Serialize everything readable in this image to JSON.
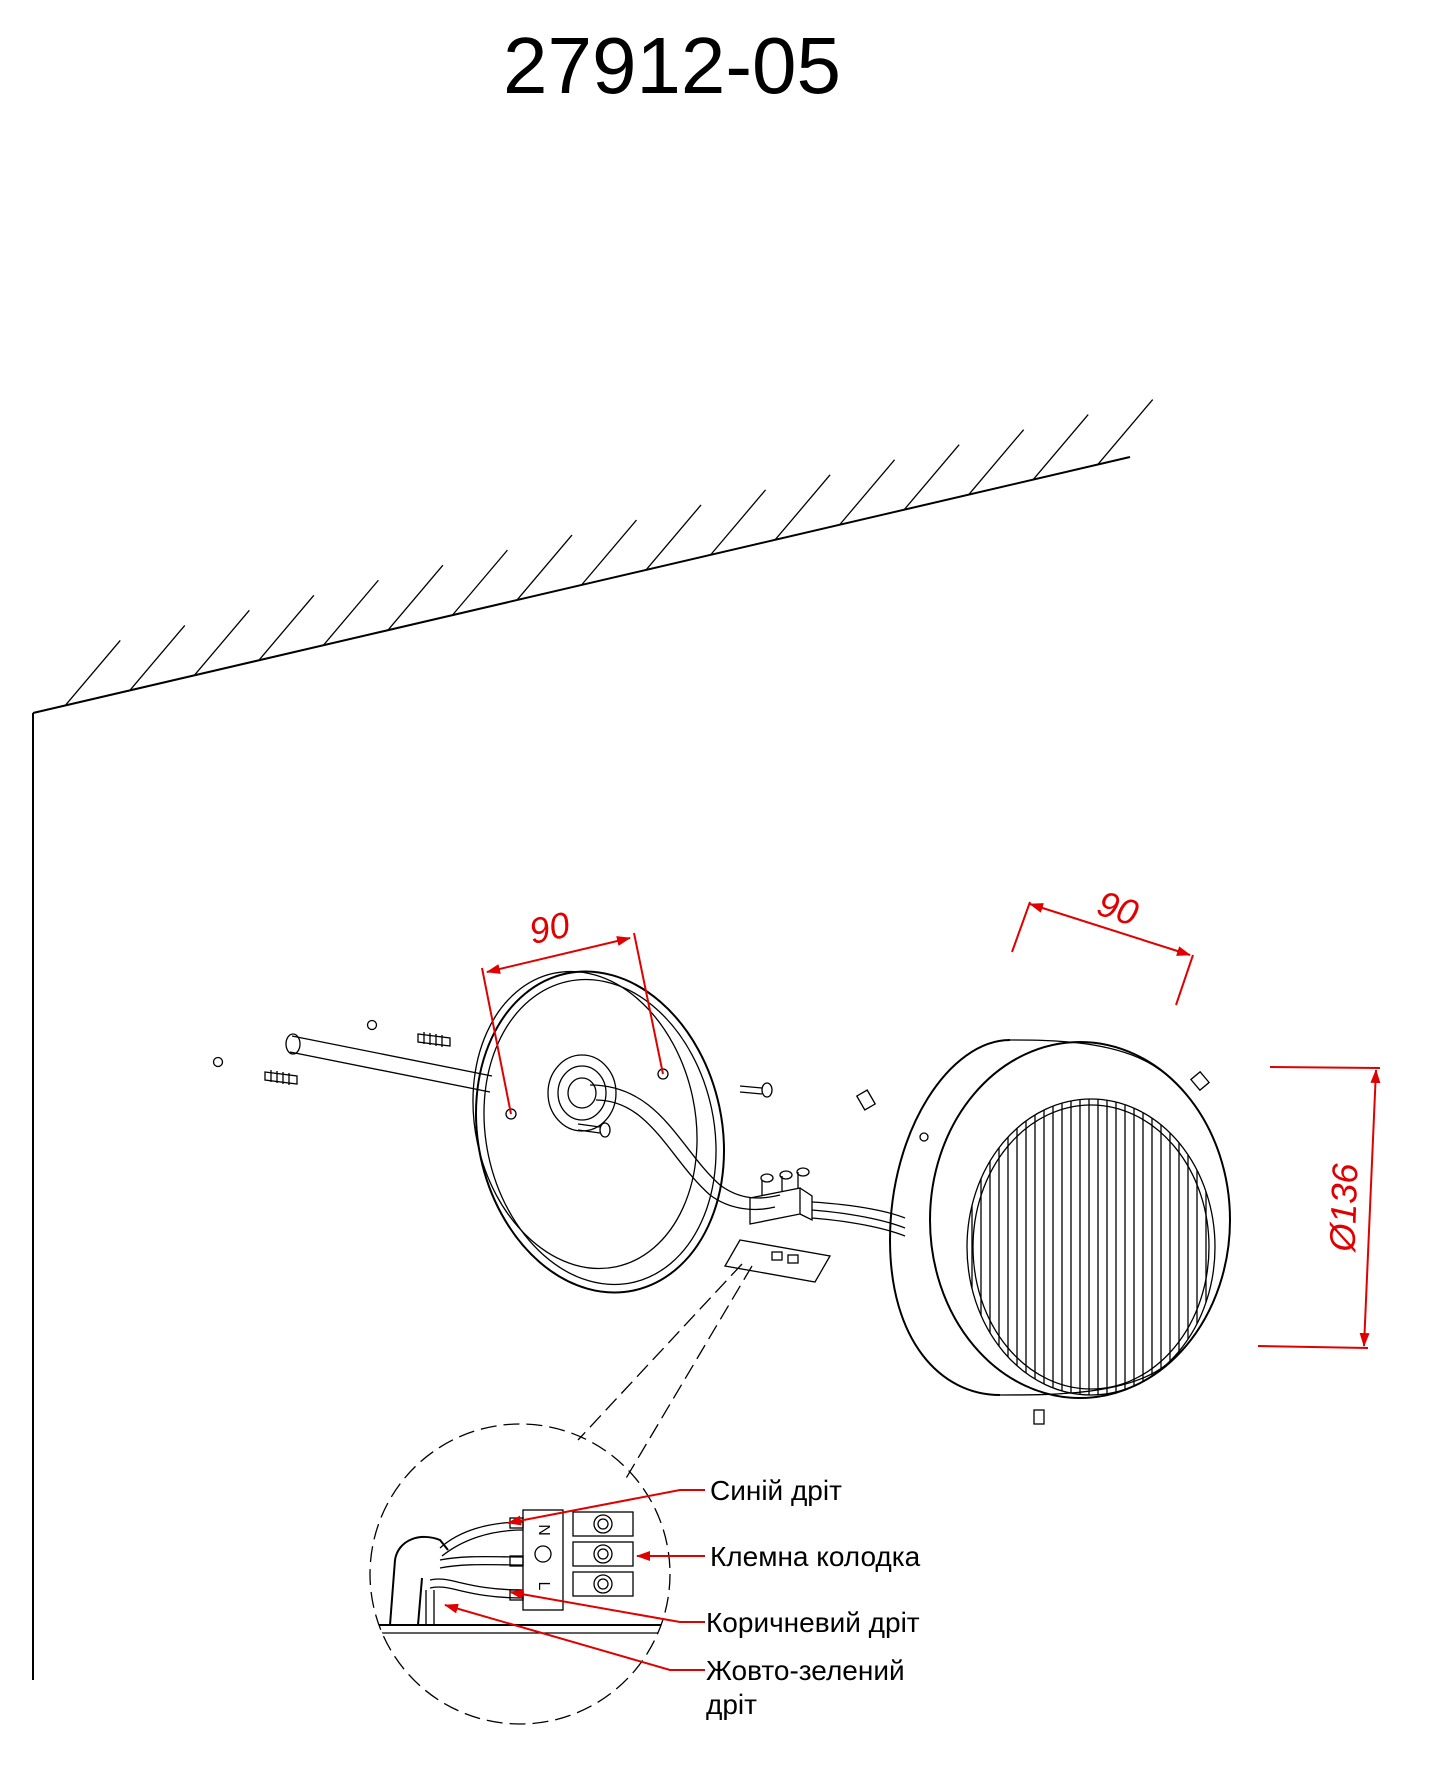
{
  "title": "27912-05",
  "dimensions": {
    "plate_spacing": "90",
    "shade_depth": "90",
    "shade_diameter": "Ø136"
  },
  "callouts": {
    "blue_wire": "Синій дріт",
    "terminal_block": "Клемна колодка",
    "brown_wire": "Коричневий дріт",
    "ground_wire_line1": "Жовто-зелений",
    "ground_wire_line2": "дріт"
  },
  "terminal_letters": {
    "neutral": "N",
    "live": "L"
  },
  "colors": {
    "dimension": "#e00000",
    "line": "#000000"
  }
}
